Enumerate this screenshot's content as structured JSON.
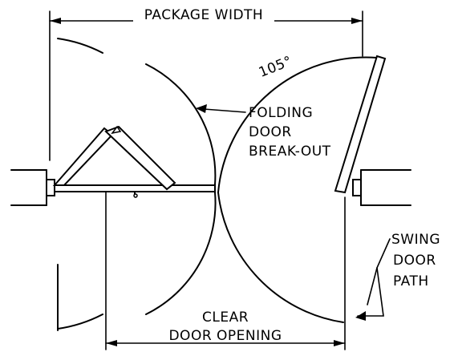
{
  "labels": {
    "package_width": "PACKAGE WIDTH",
    "angle": "105°",
    "folding_line1": "FOLDING",
    "folding_line2": "DOOR",
    "folding_line3": "BREAK-OUT",
    "swing_line1": "SWING",
    "swing_line2": "DOOR",
    "swing_line3": "PATH",
    "clear_line1": "CLEAR",
    "clear_line2": "DOOR OPENING"
  }
}
